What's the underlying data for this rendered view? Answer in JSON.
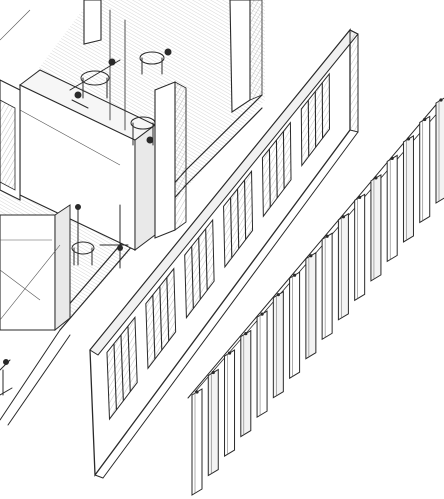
{
  "drawing": {
    "kind": "exploded axonometric sketch",
    "colors": {
      "ink": "#2a2a2a",
      "hatch": "#8a8a8a",
      "shade": "#e9e9e9",
      "paper": "#ffffff"
    },
    "parts": {
      "building_core": {
        "rooms": 3,
        "furniture_groups": 4
      },
      "window_wall_panel": {
        "window_bays": 6,
        "mullions_per_bay": 3
      },
      "louver_screen": {
        "fin_count": 16
      }
    }
  }
}
